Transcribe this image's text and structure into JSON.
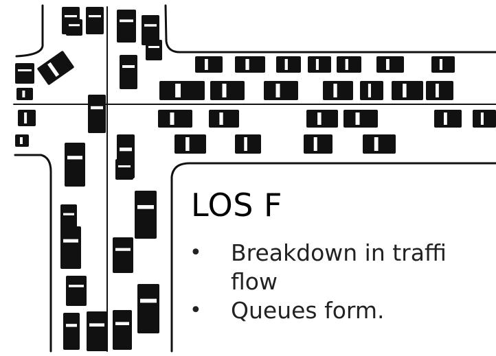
{
  "slide": {
    "heading": "LOS F",
    "bullets": [
      {
        "marker": "•",
        "text": "Breakdown in traffi"
      },
      {
        "marker": "",
        "text": "flow"
      },
      {
        "marker": "•",
        "text": "Queues form."
      }
    ]
  },
  "illustration": {
    "subject": "congested-intersection-sketch",
    "colors": {
      "ink": "#111111",
      "paper": "#ffffff"
    }
  }
}
